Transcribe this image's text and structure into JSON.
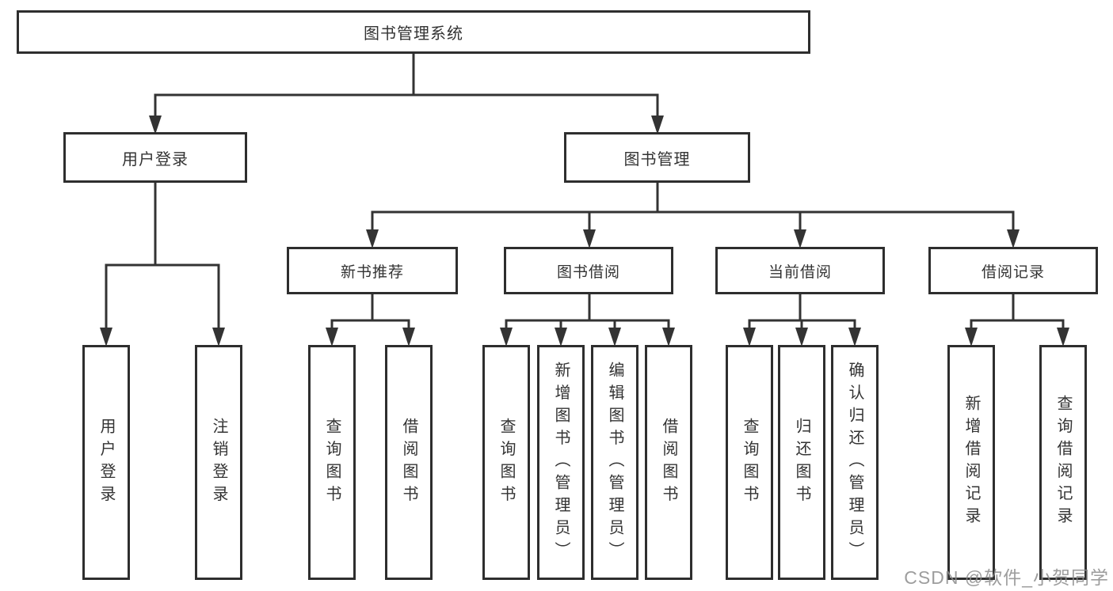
{
  "colors": {
    "line": "#333333",
    "border": "#2e2e2e",
    "text": "#333333",
    "watermark": "#8c8c8c",
    "background": "#ffffff"
  },
  "diagram": {
    "root": {
      "label": "图书管理系统"
    },
    "l2": [
      {
        "label": "用户登录",
        "children": [
          "用户登录",
          "注销登录"
        ]
      },
      {
        "label": "图书管理"
      }
    ],
    "l3": [
      {
        "label": "新书推荐",
        "children": [
          "查询图书",
          "借阅图书"
        ]
      },
      {
        "label": "图书借阅",
        "children": [
          "查询图书",
          "新增图书（管理员）",
          "编辑图书（管理员）",
          "借阅图书"
        ]
      },
      {
        "label": "当前借阅",
        "children": [
          "查询图书",
          "归还图书",
          "确认归还（管理员）"
        ]
      },
      {
        "label": "借阅记录",
        "children": [
          "新增借阅记录",
          "查询借阅记录"
        ]
      }
    ],
    "watermark": "CSDN @软件_小贺同学"
  }
}
